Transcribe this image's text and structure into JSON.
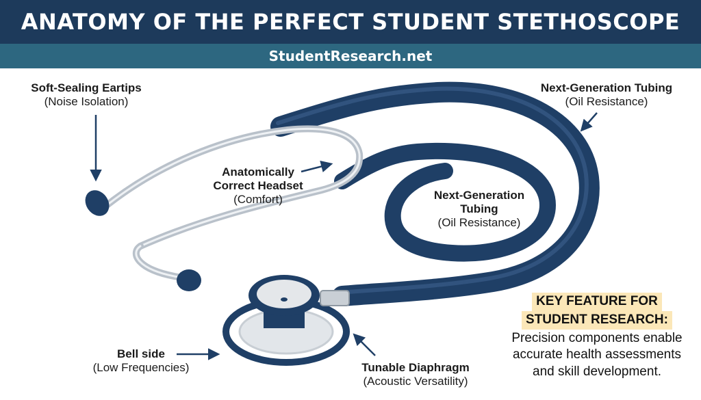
{
  "header": {
    "title": "ANATOMY OF THE PERFECT STUDENT STETHOSCOPE",
    "site": "StudentResearch.net"
  },
  "labels": {
    "eartips": {
      "title": "Soft-Sealing Eartips",
      "sub": "(Noise Isolation)"
    },
    "tubing_top": {
      "title": "Next-Generation Tubing",
      "sub": "(Oil Resistance)"
    },
    "headset": {
      "line1": "Anatomically",
      "line2": "Correct Headset",
      "sub": "(Comfort)"
    },
    "tubing_mid": {
      "line1": "Next-Generation",
      "line2": "Tubing",
      "sub": "(Oil Resistance)"
    },
    "bell": {
      "title": "Bell side",
      "sub": "(Low Frequencies)"
    },
    "diaphragm": {
      "title": "Tunable Diaphragm",
      "sub": "(Acoustic Versatility)"
    }
  },
  "key_feature": {
    "title_line1": "KEY FEATURE FOR",
    "title_line2": "STUDENT RESEARCH:",
    "desc_line1": "Precision components enable",
    "desc_line2": "accurate health assessments",
    "desc_line3": "and skill development."
  },
  "colors": {
    "header_bg": "#1d3a5b",
    "subheader_bg": "#2d6780",
    "tubing": "#1f3f66",
    "highlight": "#fbe7b8"
  }
}
